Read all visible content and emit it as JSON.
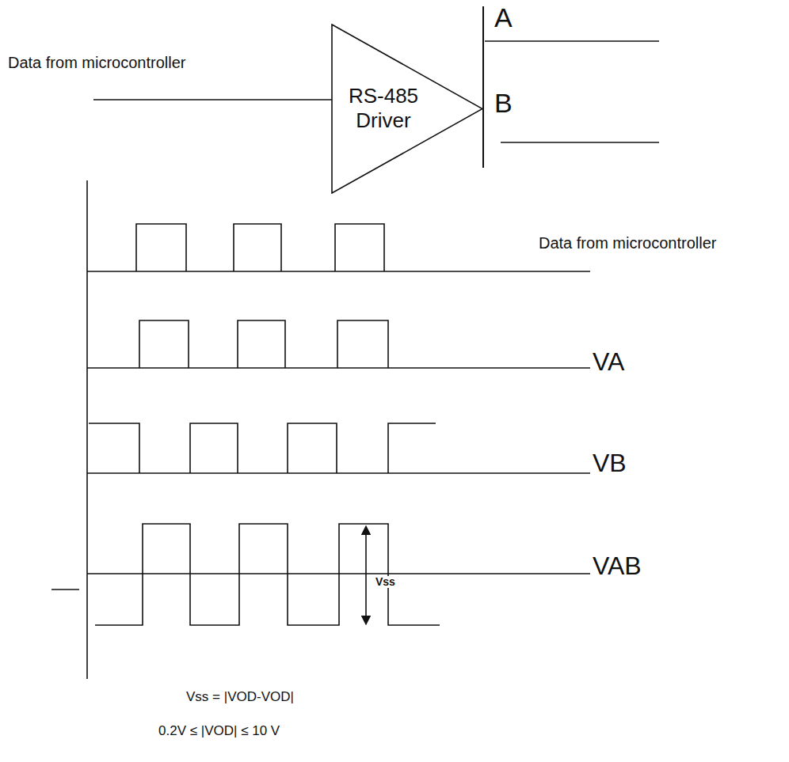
{
  "diagram": {
    "nodes": [
      {
        "text": [
          "RS-485 Driver"
        ]
      }
    ],
    "labels": [
      "Data from microcontroller",
      "A",
      "B",
      "Data from microcontroller",
      "VA",
      "VB",
      "VAB",
      "Vss",
      "Vss = |VOD-VOD|",
      "0.2V ≤ |VOD| ≤ 10 V"
    ]
  }
}
